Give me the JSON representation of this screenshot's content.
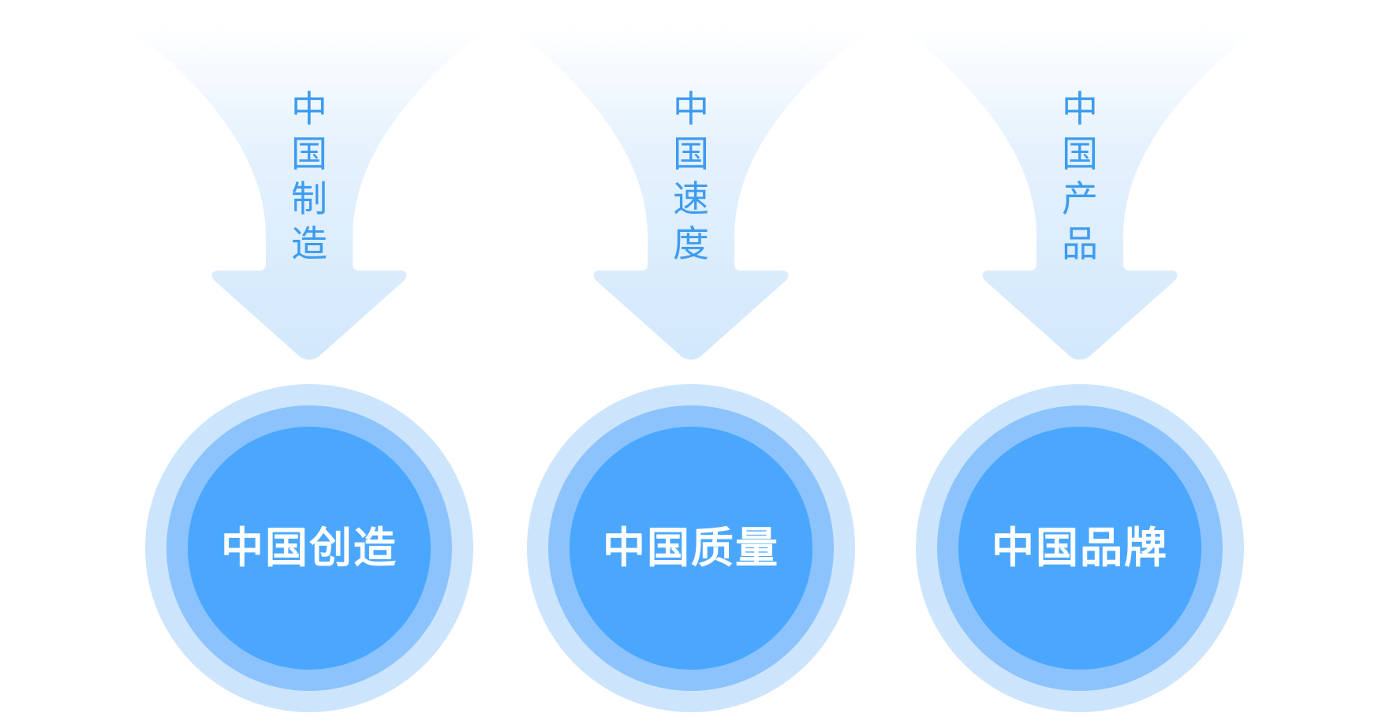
{
  "colors": {
    "arrow_top": "#ffffff",
    "arrow_bottom": "#d2e8fc",
    "ring_outer": "#cce5fd",
    "ring_middle": "#8cc3fc",
    "ring_inner": "#4aa7fd",
    "arrow_text": "#3d9cf0",
    "circle_text": "#ffffff"
  },
  "items": [
    {
      "arrow_chars": [
        "中",
        "国",
        "制",
        "造"
      ],
      "circle_label": "中国创造"
    },
    {
      "arrow_chars": [
        "中",
        "国",
        "速",
        "度"
      ],
      "circle_label": "中国质量"
    },
    {
      "arrow_chars": [
        "中",
        "国",
        "产",
        "品"
      ],
      "circle_label": "中国品牌"
    }
  ]
}
